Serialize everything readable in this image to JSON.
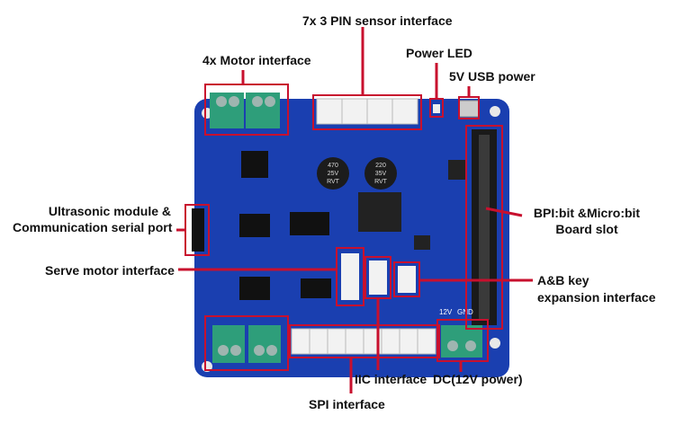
{
  "labels": {
    "sensor_interface": "7x  3 PIN sensor  interface",
    "power_led": "Power LED",
    "motor_interface": "4x Motor interface",
    "usb_power": "5V USB power",
    "ultrasonic_line1": "Ultrasonic module &",
    "ultrasonic_line2": "Communication serial port",
    "bpi_line1": "BPI:bit &Micro:bit",
    "bpi_line2": "Board slot",
    "servo_interface": "Serve motor interface",
    "ab_key_line1": "A&B key",
    "ab_key_line2": "expansion interface",
    "iic_interface": "IIC interface",
    "dc_power": "DC(12V power)",
    "spi_interface": "SPI interface"
  },
  "board_text": {
    "cap1": "470\n25V\nRVT",
    "cap2": "220\n35V\nRVT",
    "power_12v": "12V",
    "gnd": "GND"
  },
  "colors": {
    "board": "#1a3fb0",
    "annotation": "#c8102e",
    "terminal": "#2e9e7a"
  }
}
